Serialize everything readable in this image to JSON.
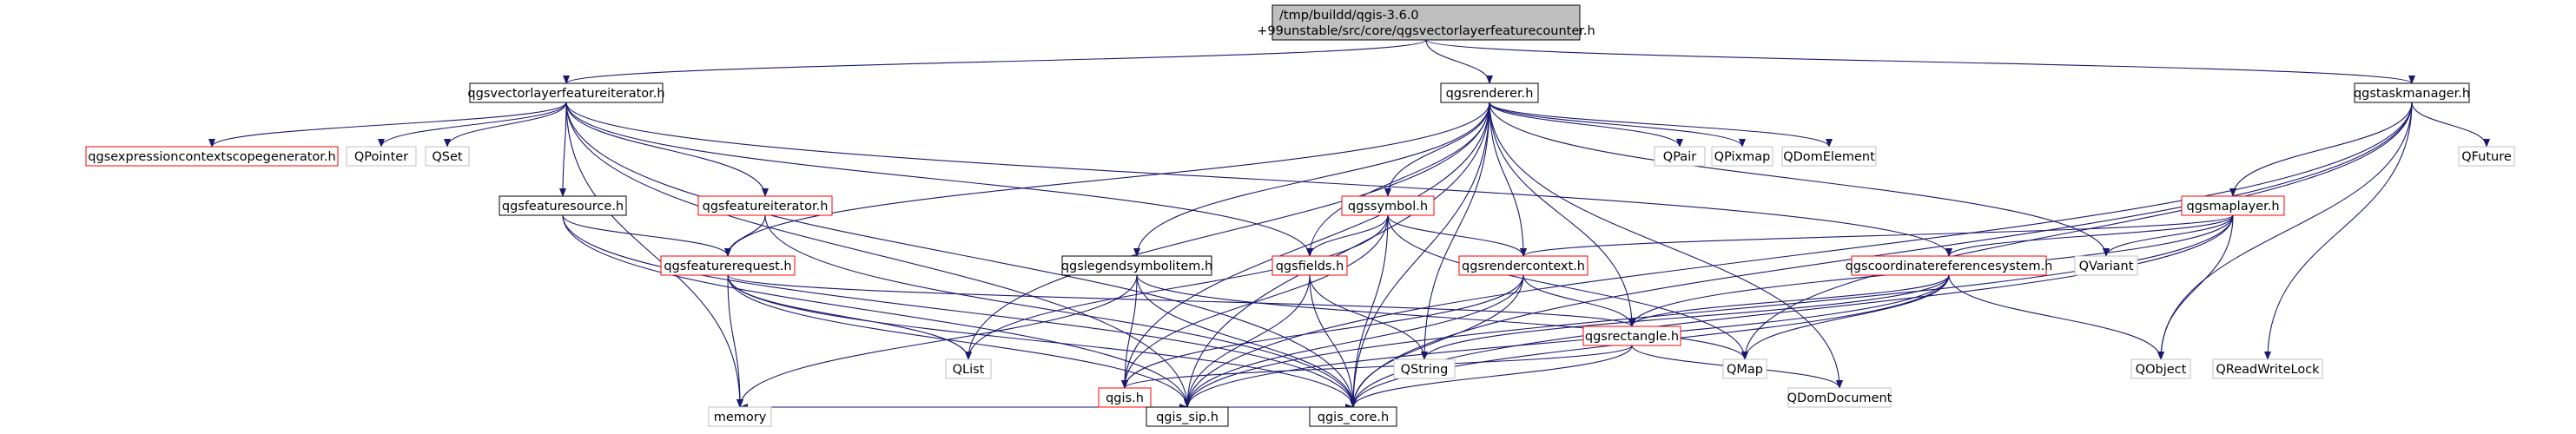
{
  "graph": {
    "root": {
      "line1": "/tmp/buildd/qgis-3.6.0",
      "line2": "+99unstable/src/core/qgsvectorlayerfeaturecounter.h"
    },
    "nodes": [
      {
        "id": "qgsvectorlayerfeatureiterator",
        "label": "qgsvectorlayerfeatureiterator.h",
        "style": "normal"
      },
      {
        "id": "qgsrenderer",
        "label": "qgsrenderer.h",
        "style": "normal"
      },
      {
        "id": "qgstaskmanager",
        "label": "qgstaskmanager.h",
        "style": "normal"
      },
      {
        "id": "qgsexpressioncontextscopegenerator",
        "label": "qgsexpressioncontextscopegenerator.h",
        "style": "red"
      },
      {
        "id": "qpointer",
        "label": "QPointer",
        "style": "gray"
      },
      {
        "id": "qset",
        "label": "QSet",
        "style": "gray"
      },
      {
        "id": "qgsfeaturesource",
        "label": "qgsfeaturesource.h",
        "style": "normal"
      },
      {
        "id": "qgsfeatureiterator",
        "label": "qgsfeatureiterator.h",
        "style": "red"
      },
      {
        "id": "qgsfeaturerequest",
        "label": "qgsfeaturerequest.h",
        "style": "red"
      },
      {
        "id": "qgssymbol",
        "label": "qgssymbol.h",
        "style": "red"
      },
      {
        "id": "qgslegendsymbolitem",
        "label": "qgslegendsymbolitem.h",
        "style": "normal"
      },
      {
        "id": "qgsfields",
        "label": "qgsfields.h",
        "style": "red"
      },
      {
        "id": "qgsrendercontext",
        "label": "qgsrendercontext.h",
        "style": "red"
      },
      {
        "id": "qpair",
        "label": "QPair",
        "style": "gray"
      },
      {
        "id": "qpixmap",
        "label": "QPixmap",
        "style": "gray"
      },
      {
        "id": "qdomelement",
        "label": "QDomElement",
        "style": "gray"
      },
      {
        "id": "qmaplayer",
        "label": "qgsmaplayer.h",
        "style": "red"
      },
      {
        "id": "qfuture",
        "label": "QFuture",
        "style": "gray"
      },
      {
        "id": "qvariant",
        "label": "QVariant",
        "style": "gray"
      },
      {
        "id": "qgscoordinatereferencesystem",
        "label": "qgscoordinatereferencesystem.h",
        "style": "red"
      },
      {
        "id": "qlist",
        "label": "QList",
        "style": "gray"
      },
      {
        "id": "qstring",
        "label": "QString",
        "style": "gray"
      },
      {
        "id": "qgsrectangle",
        "label": "qgsrectangle.h",
        "style": "red"
      },
      {
        "id": "qmap",
        "label": "QMap",
        "style": "gray"
      },
      {
        "id": "qobject",
        "label": "QObject",
        "style": "gray"
      },
      {
        "id": "qreadwritelock",
        "label": "QReadWriteLock",
        "style": "gray"
      },
      {
        "id": "qgis",
        "label": "qgis.h",
        "style": "red"
      },
      {
        "id": "qdomdocument",
        "label": "QDomDocument",
        "style": "gray"
      },
      {
        "id": "memory",
        "label": "memory",
        "style": "gray"
      },
      {
        "id": "qgis_sip",
        "label": "qgis_sip.h",
        "style": "normal"
      },
      {
        "id": "qgis_core",
        "label": "qgis_core.h",
        "style": "normal"
      }
    ],
    "edges": [
      [
        "root",
        "qgsvectorlayerfeatureiterator"
      ],
      [
        "root",
        "qgsrenderer"
      ],
      [
        "root",
        "qgstaskmanager"
      ],
      [
        "qgsvectorlayerfeatureiterator",
        "qgsexpressioncontextscopegenerator"
      ],
      [
        "qgsvectorlayerfeatureiterator",
        "qpointer"
      ],
      [
        "qgsvectorlayerfeatureiterator",
        "qset"
      ],
      [
        "qgsvectorlayerfeatureiterator",
        "qgsfeaturesource"
      ],
      [
        "qgsvectorlayerfeatureiterator",
        "qgsfeatureiterator"
      ],
      [
        "qgsvectorlayerfeatureiterator",
        "qgsfields"
      ],
      [
        "qgsvectorlayerfeatureiterator",
        "qgscoordinatereferencesystem"
      ],
      [
        "qgsvectorlayerfeatureiterator",
        "memory"
      ],
      [
        "qgsvectorlayerfeatureiterator",
        "qgis_sip"
      ],
      [
        "qgsvectorlayerfeatureiterator",
        "qgis_core"
      ],
      [
        "qgsfeaturesource",
        "qgsfeaturerequest"
      ],
      [
        "qgsfeaturesource",
        "qgis_sip"
      ],
      [
        "qgsfeaturesource",
        "qgis_core"
      ],
      [
        "qgsfeatureiterator",
        "qgsfeaturerequest"
      ],
      [
        "qgsfeatureiterator",
        "qgis_core"
      ],
      [
        "qgsfeaturerequest",
        "qlist"
      ],
      [
        "qgsfeaturerequest",
        "qgsrectangle"
      ],
      [
        "qgsfeaturerequest",
        "memory"
      ],
      [
        "qgsfeaturerequest",
        "qgis_sip"
      ],
      [
        "qgsfeaturerequest",
        "qgis_core"
      ],
      [
        "qgsrenderer",
        "qgsfeaturerequest"
      ],
      [
        "qgsrenderer",
        "qgssymbol"
      ],
      [
        "qgsrenderer",
        "qgslegendsymbolitem"
      ],
      [
        "qgsrenderer",
        "qgsfields"
      ],
      [
        "qgsrenderer",
        "qgsrendercontext"
      ],
      [
        "qgsrenderer",
        "qlist"
      ],
      [
        "qgsrenderer",
        "qstring"
      ],
      [
        "qgsrenderer",
        "qgsrectangle"
      ],
      [
        "qgsrenderer",
        "qpair"
      ],
      [
        "qgsrenderer",
        "qpixmap"
      ],
      [
        "qgsrenderer",
        "qdomelement"
      ],
      [
        "qgsrenderer",
        "qdomdocument"
      ],
      [
        "qgsrenderer",
        "qvariant"
      ],
      [
        "qgsrenderer",
        "qgis"
      ],
      [
        "qgsrenderer",
        "qgis_sip"
      ],
      [
        "qgsrenderer",
        "qgis_core"
      ],
      [
        "qgssymbol",
        "qgsfields"
      ],
      [
        "qgssymbol",
        "qgsrendercontext"
      ],
      [
        "qgssymbol",
        "qlist"
      ],
      [
        "qgssymbol",
        "qmap"
      ],
      [
        "qgssymbol",
        "qgis"
      ],
      [
        "qgssymbol",
        "qgis_core"
      ],
      [
        "qgslegendsymbolitem",
        "qgis"
      ],
      [
        "qgslegendsymbolitem",
        "qmap"
      ],
      [
        "qgslegendsymbolitem",
        "memory"
      ],
      [
        "qgslegendsymbolitem",
        "qgis_core"
      ],
      [
        "qgsfields",
        "qstring"
      ],
      [
        "qgsfields",
        "qgis_sip"
      ],
      [
        "qgsfields",
        "qgis_core"
      ],
      [
        "qgsrendercontext",
        "qgsrectangle"
      ],
      [
        "qgsrendercontext",
        "qgis"
      ],
      [
        "qgsrendercontext",
        "qgis_sip"
      ],
      [
        "qgsrendercontext",
        "qgis_core"
      ],
      [
        "qgsrectangle",
        "qgis"
      ],
      [
        "qgsrectangle",
        "qdomdocument"
      ],
      [
        "qgsrectangle",
        "qgis_core"
      ],
      [
        "qgis",
        "memory"
      ],
      [
        "qgis",
        "qgis_sip"
      ],
      [
        "qgis",
        "qgis_core"
      ],
      [
        "qgstaskmanager",
        "qmaplayer"
      ],
      [
        "qgstaskmanager",
        "qfuture"
      ],
      [
        "qgstaskmanager",
        "qobject"
      ],
      [
        "qgstaskmanager",
        "qreadwritelock"
      ],
      [
        "qgstaskmanager",
        "qmap"
      ],
      [
        "qgstaskmanager",
        "qgis_sip"
      ],
      [
        "qgstaskmanager",
        "qgis_core"
      ],
      [
        "qmaplayer",
        "qgscoordinatereferencesystem"
      ],
      [
        "qmaplayer",
        "qgsrendercontext"
      ],
      [
        "qmaplayer",
        "qvariant"
      ],
      [
        "qmaplayer",
        "qobject"
      ],
      [
        "qmaplayer",
        "qgsrectangle"
      ],
      [
        "qmaplayer",
        "qgis_sip"
      ],
      [
        "qmaplayer",
        "qgis_core"
      ],
      [
        "qgscoordinatereferencesystem",
        "qstring"
      ],
      [
        "qgscoordinatereferencesystem",
        "qmap"
      ],
      [
        "qgscoordinatereferencesystem",
        "qobject"
      ],
      [
        "qgscoordinatereferencesystem",
        "qgsrectangle"
      ],
      [
        "qgscoordinatereferencesystem",
        "qgis_sip"
      ],
      [
        "qgscoordinatereferencesystem",
        "qgis_core"
      ]
    ],
    "style_colors": {
      "root_fill": "#bfbfbf",
      "normal_border": "#000000",
      "red_border": "#ff0000",
      "gray_border": "#bfbfbf",
      "gray_text": "#404040",
      "edge_color": "#191970"
    }
  }
}
